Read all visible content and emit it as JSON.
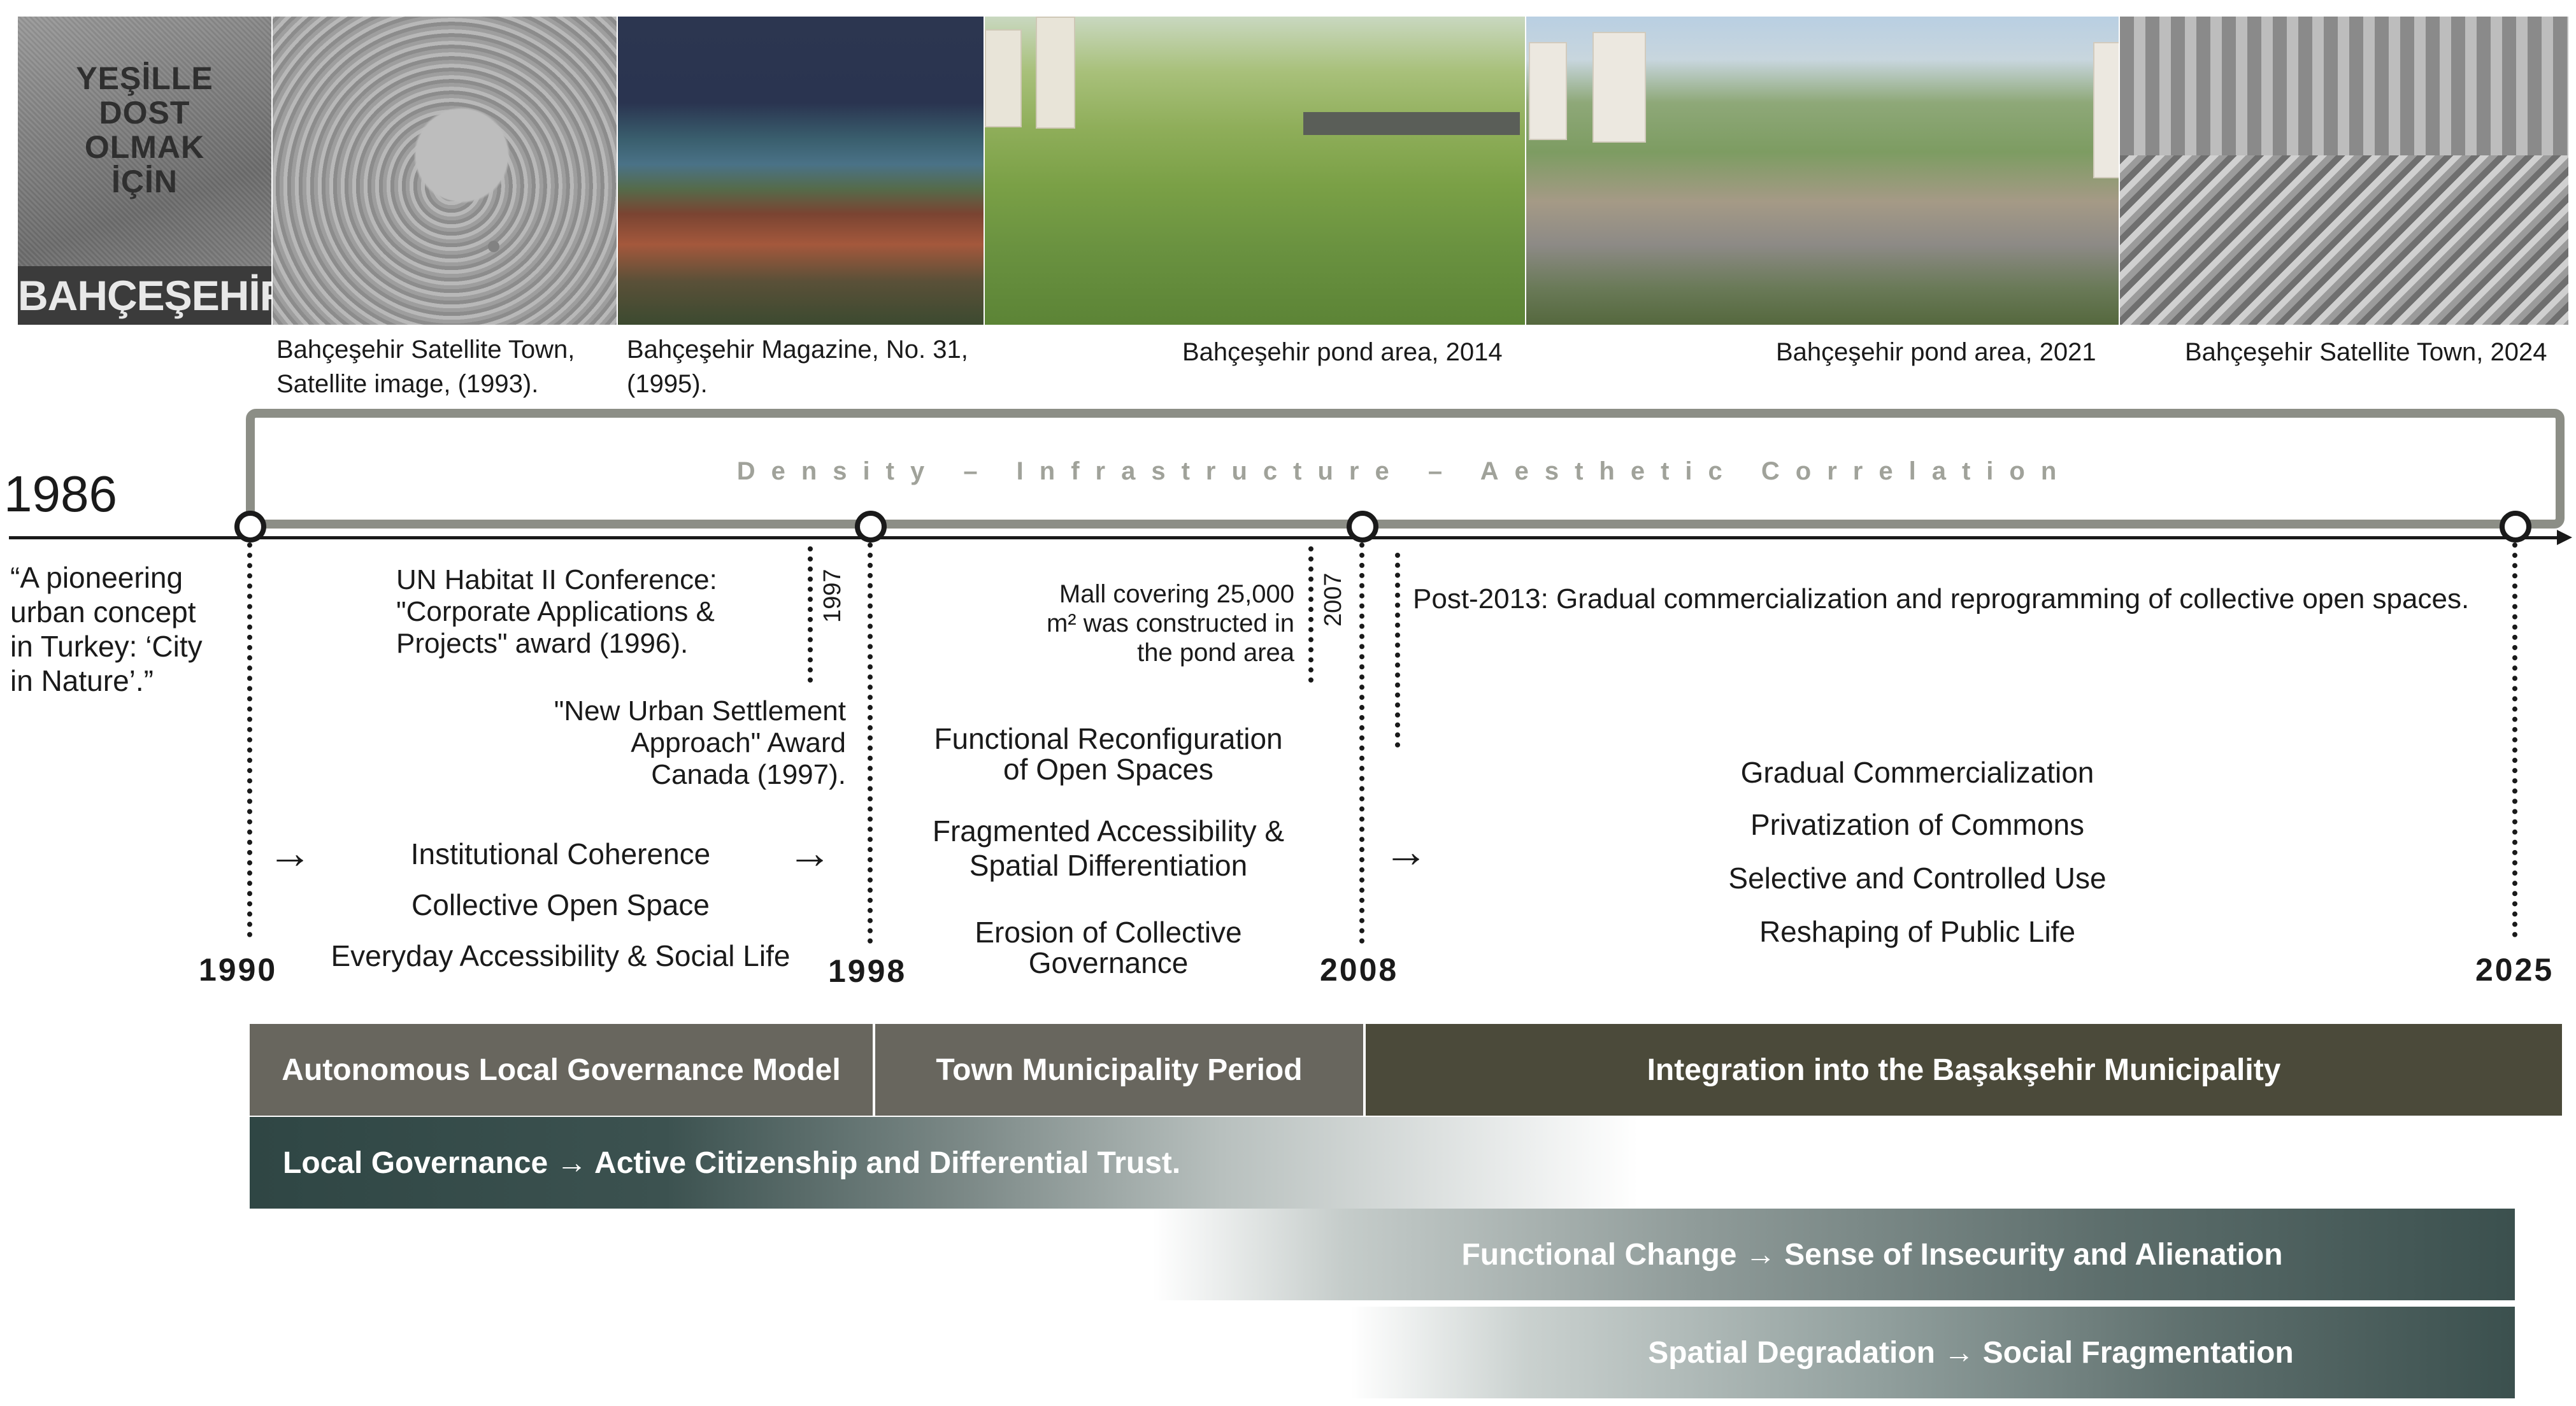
{
  "photos": {
    "poster": {
      "slogan": "YEŞİLLE\nDOST\nOLMAK\nİÇİN",
      "brand": "BAHÇEŞEHİR"
    }
  },
  "captions": {
    "satellite_1993": "Bahçeşehir Satellite Town,\nSatellite image, (1993).",
    "magazine_1995": "Bahçeşehir Magazine, No. 31,\n(1995).",
    "pond_2014": "Bahçeşehir pond area, 2014",
    "pond_2021": "Bahçeşehir pond area, 2021",
    "satellite_2024": "Bahçeşehir Satellite Town, 2024"
  },
  "timeline": {
    "frame_label": "Density – Infrastructure – Aesthetic Correlation",
    "start_year": "1986",
    "years": {
      "y1990": "1990",
      "y1998": "1998",
      "y2008": "2008",
      "y2025": "2025",
      "y1997": "1997",
      "y2007": "2007"
    }
  },
  "events": {
    "pioneering": "“A pioneering\nurban concept\nin Turkey: ‘City\nin Nature’.”",
    "habitat": "UN Habitat II Conference:\n\"Corporate Applications &\nProjects\" award (1996).",
    "canada": "\"New Urban Settlement\nApproach\" Award\nCanada (1997).",
    "mall": "Mall covering 25,000\nm² was constructed in\nthe pond area",
    "post2013": "Post-2013: Gradual commercialization and reprogramming of collective open spaces."
  },
  "phases": {
    "phase1": [
      "Institutional Coherence",
      "Collective Open Space",
      "Everyday Accessibility & Social Life"
    ],
    "phase2": [
      "Functional Reconfiguration\nof Open Spaces",
      "Fragmented Accessibility &\nSpatial Differentiation",
      "Erosion of Collective\nGovernance"
    ],
    "phase3": [
      "Gradual Commercialization",
      "Privatization of Commons",
      "Selective and Controlled Use",
      "Reshaping of Public Life"
    ],
    "arrow": "→"
  },
  "bars": {
    "autonomous": "Autonomous Local Governance Model",
    "town": "Town Municipality Period",
    "integration": "Integration into the Başakşehir Municipality",
    "local": "Local Governance → Active Citizenship and Differential Trust.",
    "functional": "Functional Change → Sense of Insecurity and Alienation",
    "spatial": "Spatial Degradation → Social Fragmentation"
  },
  "colors": {
    "dark_bar": "#4b4a3a",
    "mid_bar": "#68665e",
    "teal": "#3b504e",
    "frame": "#8c8e86"
  }
}
